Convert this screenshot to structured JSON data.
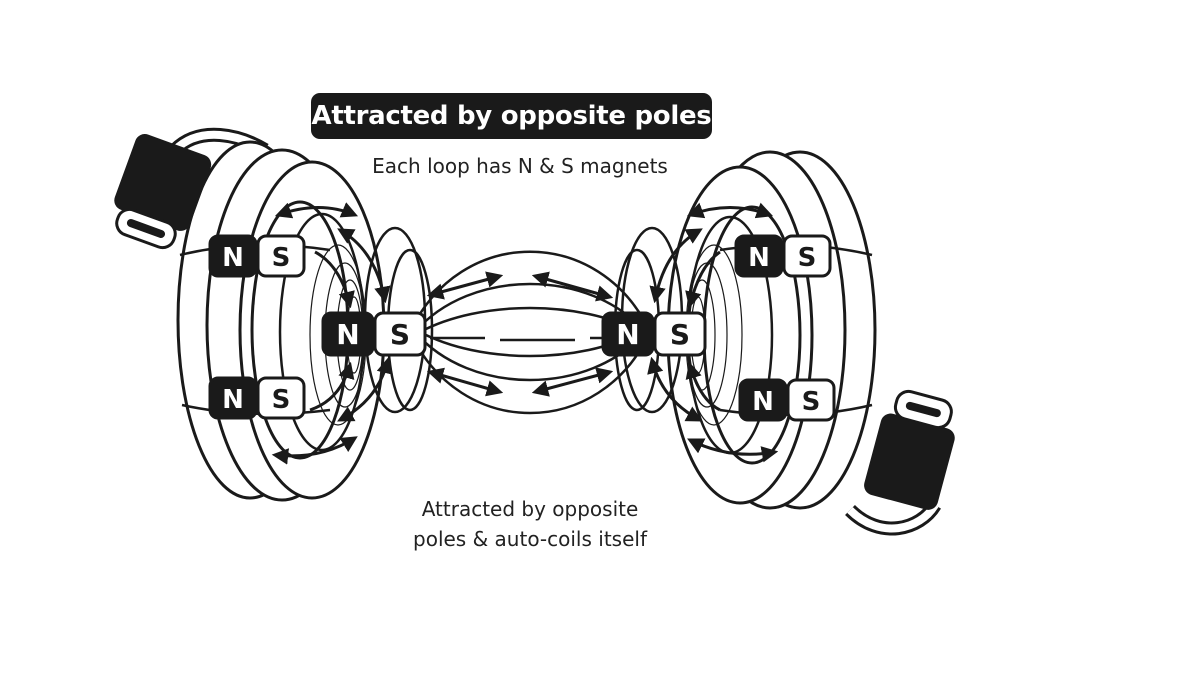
{
  "title": "Attracted by opposite poles",
  "subtitle": "Each loop has N & S magnets",
  "caption": {
    "line1": "Attracted by opposite",
    "line2": "poles & auto-coils itself"
  },
  "magnet_labels": {
    "north": "N",
    "south": "S"
  },
  "colors": {
    "ink": "#1a1a1a",
    "paper": "#ffffff",
    "pill": "#1a1a1a"
  },
  "icons": [
    "usb-c-connector-icon",
    "magnet-icon",
    "field-arrow-icon"
  ]
}
